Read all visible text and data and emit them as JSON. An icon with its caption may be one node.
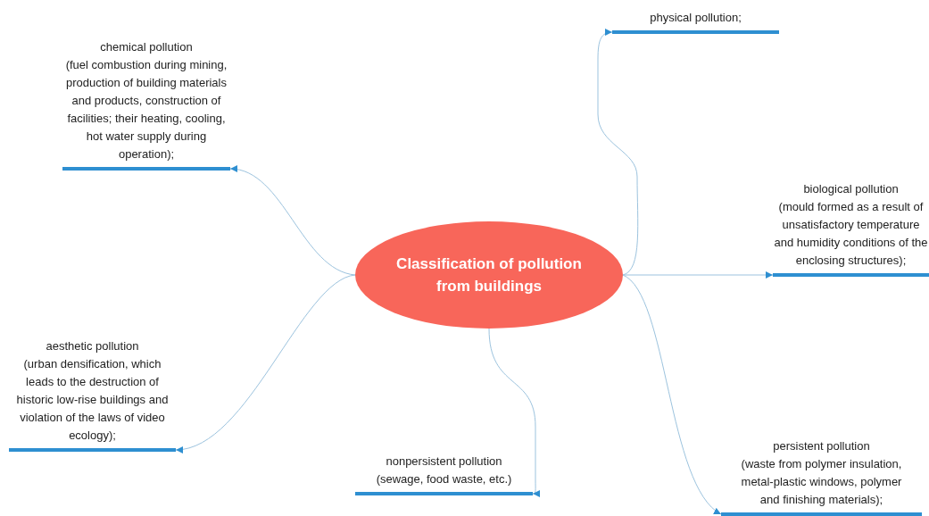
{
  "diagram": {
    "nodes": [
      {
        "text": [
          "Classification of pollution from buildings"
        ]
      },
      {
        "text": [
          "chemical pollution",
          "(fuel combustion during mining, production of building materials and products, construction of facilities; their heating, cooling, hot water supply during operation);"
        ]
      },
      {
        "text": [
          "physical pollution;"
        ]
      },
      {
        "text": [
          "biological pollution",
          "(mould formed as a result of unsatisfactory temperature and humidity conditions of the enclosing structures);"
        ]
      },
      {
        "text": [
          "aesthetic pollution",
          "(urban densification, which leads to the destruction of historic low-rise buildings and violation of the laws of video ecology);"
        ]
      },
      {
        "text": [
          "nonpersistent pollution",
          "(sewage, food waste, etc.)"
        ]
      },
      {
        "text": [
          "persistent pollution",
          "(waste from polymer insulation, metal-plastic windows, polymer and finishing materials);"
        ]
      }
    ],
    "edges": [
      {
        "from": 0,
        "to": 1,
        "arrow": "to"
      },
      {
        "from": 0,
        "to": 2,
        "arrow": "to"
      },
      {
        "from": 0,
        "to": 3,
        "arrow": "to"
      },
      {
        "from": 0,
        "to": 4,
        "arrow": "to"
      },
      {
        "from": 0,
        "to": 5,
        "arrow": "to"
      },
      {
        "from": 0,
        "to": 6,
        "arrow": "to"
      }
    ]
  }
}
